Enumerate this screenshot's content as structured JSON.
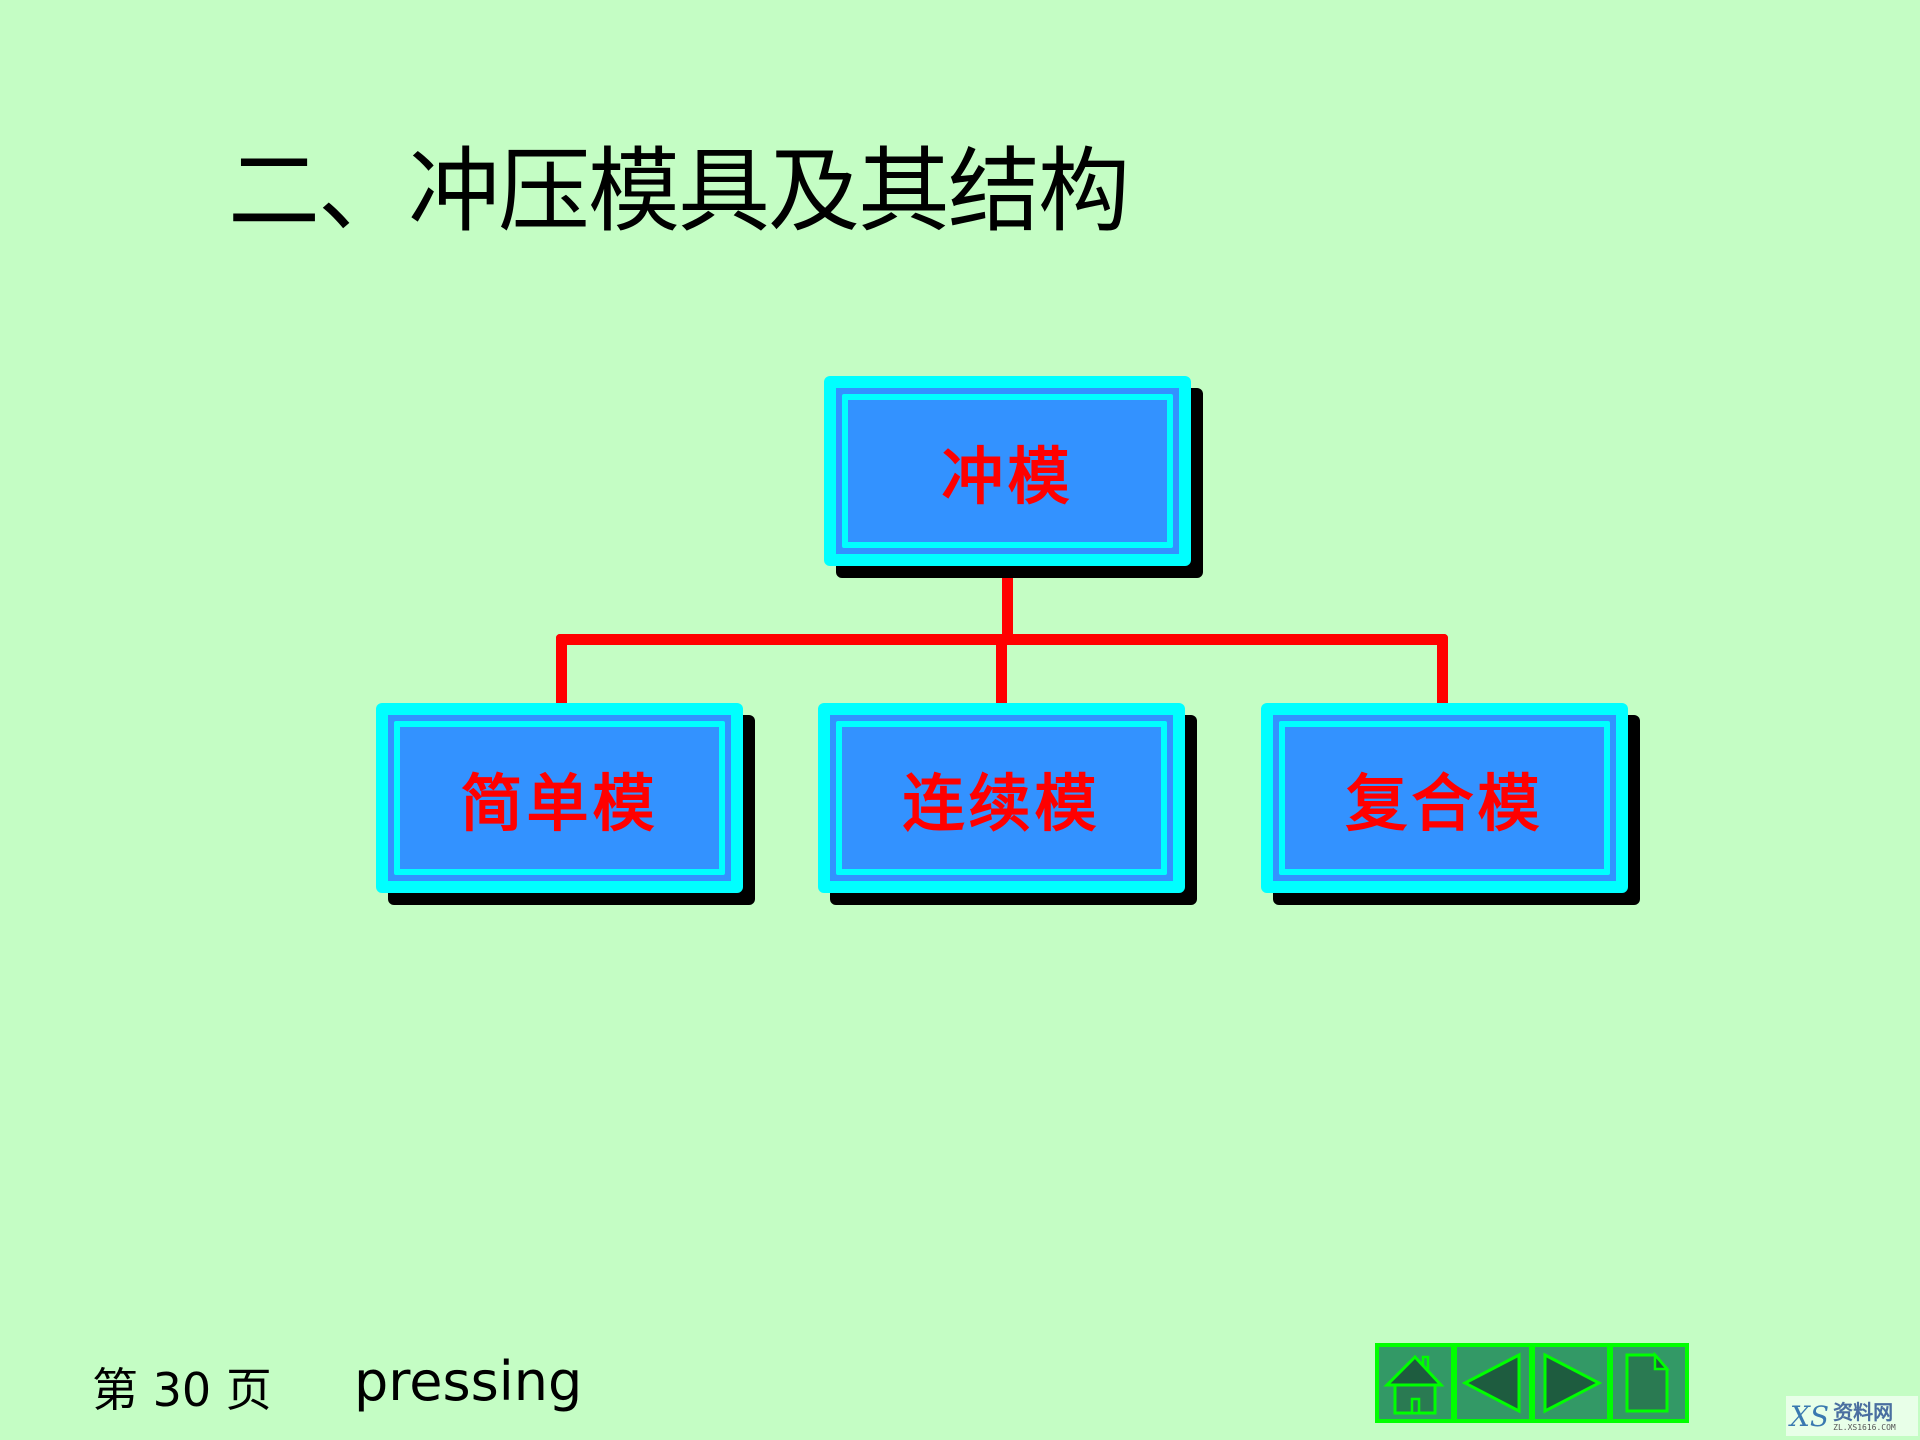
{
  "slide": {
    "title": "二、冲压模具及其结构",
    "background_color": "#c4fdc4"
  },
  "diagram": {
    "root": {
      "label": "冲模"
    },
    "children": [
      {
        "label": "简单模"
      },
      {
        "label": "连续模"
      },
      {
        "label": "复合模"
      }
    ],
    "colors": {
      "node_frame": "#00ffff",
      "node_fill": "#3392ff",
      "node_text": "#ff0000",
      "node_shadow": "#000000",
      "connector": "#ff0000"
    }
  },
  "footer": {
    "page_label": "第 30 页",
    "section_word": "pressing"
  },
  "navigation": {
    "buttons": [
      {
        "name": "home",
        "icon": "home-icon"
      },
      {
        "name": "previous",
        "icon": "triangle-left-icon"
      },
      {
        "name": "next",
        "icon": "triangle-right-icon"
      },
      {
        "name": "document",
        "icon": "document-icon"
      }
    ],
    "colors": {
      "fill": "#339966",
      "border": "#00ff00",
      "icon_fill": "#1e5c3f"
    }
  },
  "watermark": {
    "logo": "XS",
    "text": "资料网",
    "url": "ZL.XS1616.COM"
  }
}
